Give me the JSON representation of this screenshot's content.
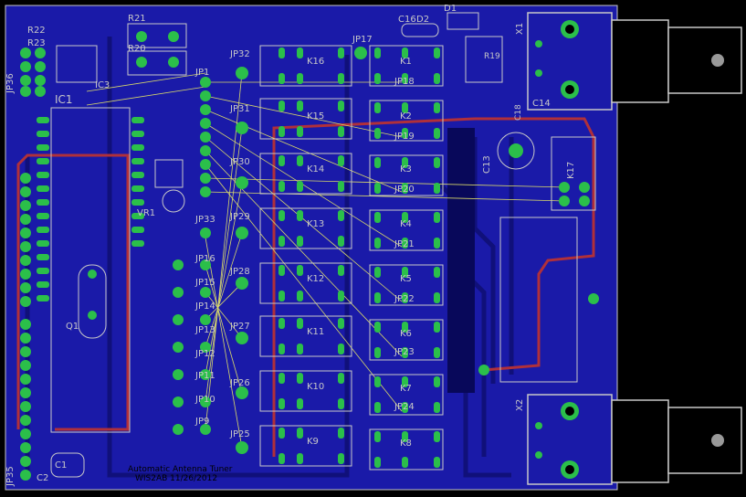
{
  "board": {
    "colors": {
      "background": "#000000",
      "copper_bottom": "#1a1aa8",
      "copper_dark": "#10107a",
      "pad": "#2bbf4a",
      "silk": "#c8c8c8",
      "airwire": "#d8d86a",
      "route_red": "#b0303a"
    },
    "labels": {
      "r22": "R22",
      "r23": "R23",
      "jp36": "JP36",
      "ic3": "IC3",
      "r21": "R21",
      "r20": "R20",
      "ic1": "IC1",
      "vr1": "VR1",
      "q1": "Q1",
      "jp35": "JP35",
      "c2": "C2",
      "c1": "C1",
      "jp1": "JP1",
      "jp32": "JP32",
      "jp31": "JP31",
      "jp30": "JP30",
      "jp29": "JP29",
      "jp28": "JP28",
      "jp27": "JP27",
      "jp26": "JP26",
      "jp25": "JP25",
      "jp33": "JP33",
      "jp16": "JP16",
      "jp15": "JP15",
      "jp14": "JP14",
      "jp13": "JP13",
      "jp12": "JP12",
      "jp11": "JP11",
      "jp10": "JP10",
      "jp9": "JP9",
      "jp17": "JP17",
      "k16": "K16",
      "k15": "K15",
      "k14": "K14",
      "k13": "K13",
      "k12": "K12",
      "k11": "K11",
      "k10": "K10",
      "k9": "K9",
      "k1": "K1",
      "k2": "K2",
      "k3": "K3",
      "k4": "K4",
      "k5": "K5",
      "k6": "K6",
      "k7": "K7",
      "k8": "K8",
      "jp18": "JP18",
      "jp19": "JP19",
      "jp20": "JP20",
      "jp21": "JP21",
      "jp22": "JP22",
      "jp23": "JP23",
      "jp24": "JP24",
      "d1": "D1",
      "d2": "D2",
      "c16": "C16",
      "r19": "R19",
      "x1": "X1",
      "x2": "X2",
      "c14": "C14",
      "c13": "C13",
      "c18": "C18",
      "k17": "K17",
      "title_line1": "Automatic Antenna Tuner",
      "title_line2": "WIS2AB 11/26/2012"
    }
  }
}
